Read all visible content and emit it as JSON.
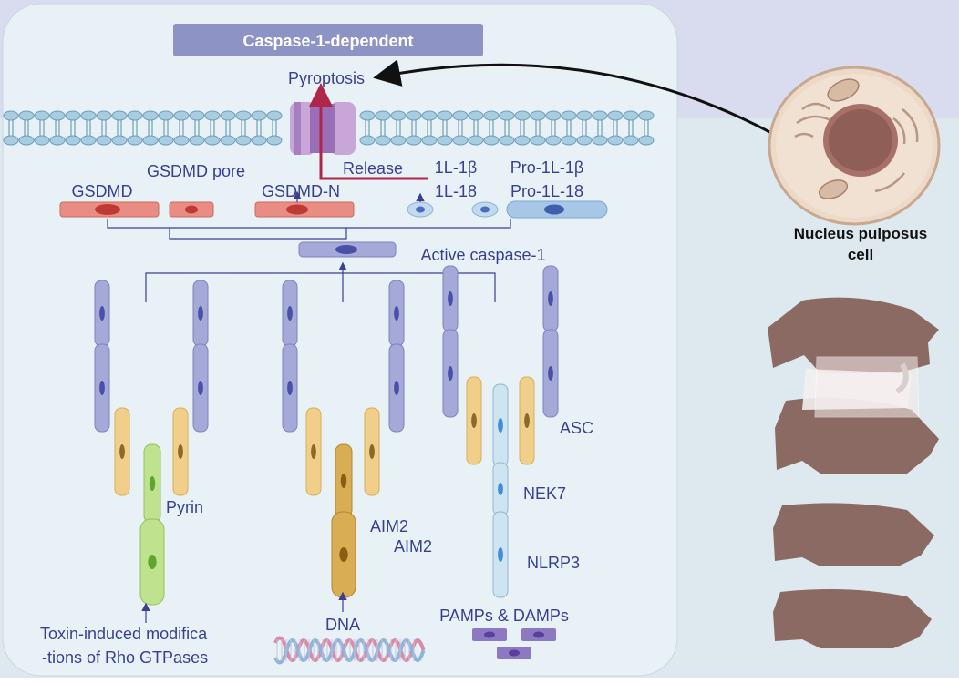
{
  "title": "Caspase-1-dependent",
  "labels": {
    "pyroptosis": "Pyroptosis",
    "gsdmd_pore": "GSDMD pore",
    "release": "Release",
    "gsdmd": "GSDMD",
    "gsdmd_n": "GSDMD-N",
    "il1b": "1L-1β",
    "il18": "1L-18",
    "pro_il1b": "Pro-1L-1β",
    "pro_il18": "Pro-1L-18",
    "active_caspase1": "Active caspase-1",
    "asc": "ASC",
    "nek7": "NEK7",
    "nlrp3": "NLRP3",
    "pyrin": "Pyrin",
    "aim2_a": "AIM2",
    "aim2_b": "AIM2",
    "pamps_damps": "PAMPs & DAMPs",
    "dna": "DNA",
    "toxin_line1": "Toxin-induced modifica",
    "toxin_line2": "-tions of Rho GTPases",
    "cell_line1": "Nucleus pulposus",
    "cell_line2": "cell"
  },
  "colors": {
    "panel": "#e8f2f6",
    "outer_bg": "#dde9ef",
    "top_band": "#d9dcee",
    "title_box": "#8e93c6",
    "text_blue": "#3a3f93",
    "arrow_red": "#b0254a",
    "gsdmd": "#e98c84",
    "il": "#a8c7e6",
    "caspase": "#a4a9d8",
    "asc_yellow": "#f1cf8a",
    "pyrin_green": "#bfe28e",
    "aim2_gold": "#d9ad54",
    "nlrp3_blue": "#cfe4f1",
    "vertebra": "#8b6a63"
  }
}
